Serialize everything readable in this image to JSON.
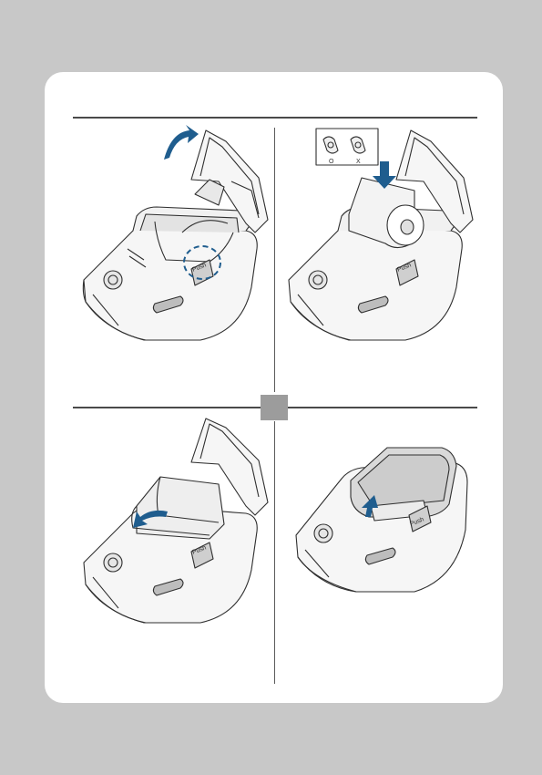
{
  "printer": {
    "button_label": "Push"
  },
  "paper_guide": {
    "correct_label": "O",
    "wrong_label": "X"
  },
  "colors": {
    "arrow_blue": "#1f5d8e",
    "page_bg": "#c8c8c8",
    "card_bg": "#ffffff",
    "line_art": "#2f2f2f"
  },
  "icons": {
    "open": "curved-arrow-icon",
    "insert": "down-arrow-icon",
    "feed": "curved-feed-arrow-icon"
  }
}
